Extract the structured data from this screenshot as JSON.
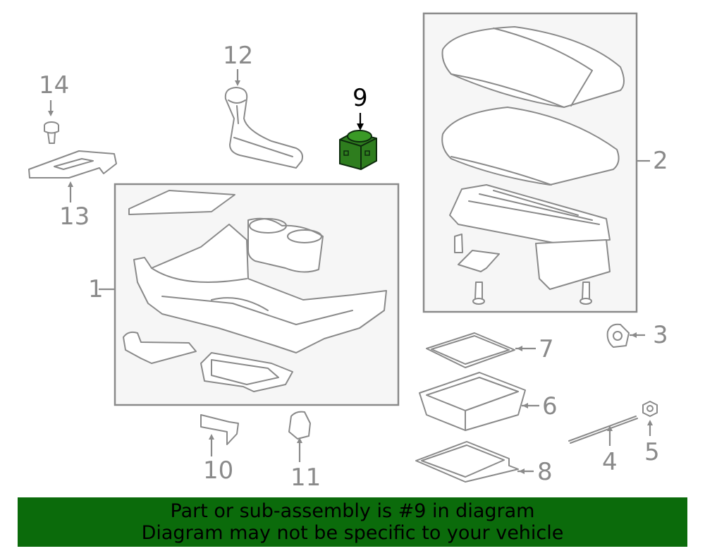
{
  "callouts": {
    "c1": "1",
    "c2": "2",
    "c3": "3",
    "c4": "4",
    "c5": "5",
    "c6": "6",
    "c7": "7",
    "c8": "8",
    "c9": "9",
    "c10": "10",
    "c11": "11",
    "c12": "12",
    "c13": "13",
    "c14": "14"
  },
  "highlight_part": "9",
  "colors": {
    "line": "#8a8a8a",
    "highlight_part": "#2e7d1e",
    "banner_bg": "#0b6b0b",
    "banner_text": "#000000"
  },
  "banner": {
    "line1": "Part or sub-assembly is #9 in diagram",
    "line2": "Diagram may not be specific to your vehicle"
  }
}
